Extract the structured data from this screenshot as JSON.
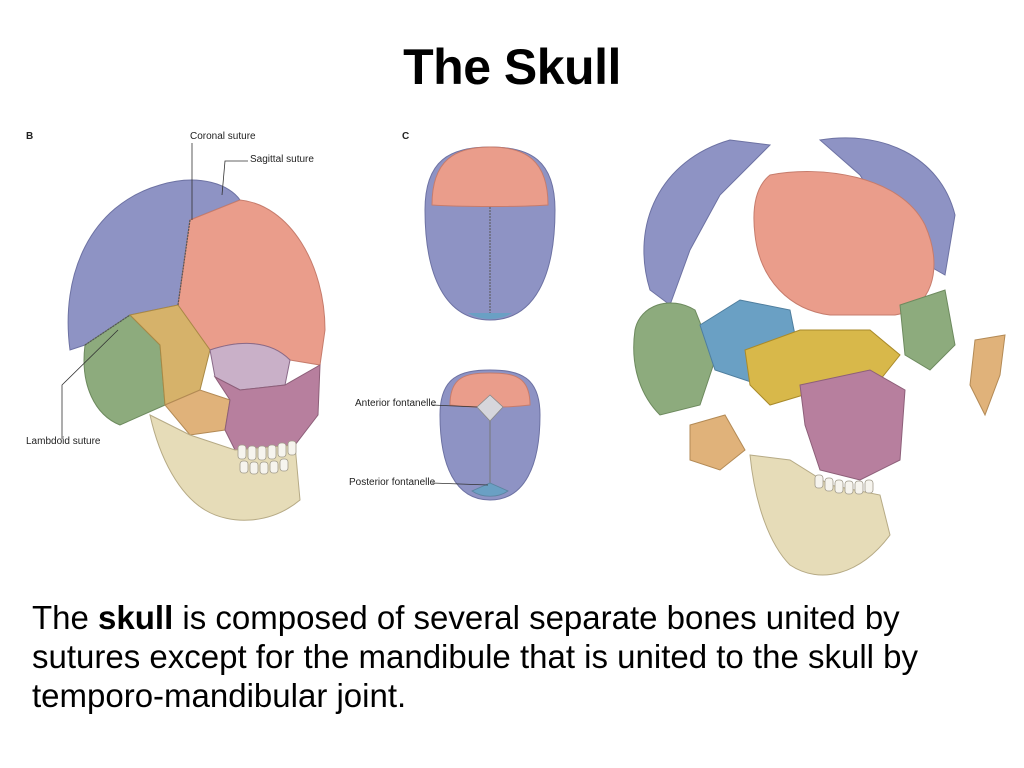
{
  "slide": {
    "title": "The Skull"
  },
  "figure": {
    "panel_b": "B",
    "panel_c": "C",
    "labels": {
      "coronal": "Coronal suture",
      "sagittal": "Sagittal suture",
      "lambdoid": "Lambdoid suture",
      "anterior_fontanelle": "Anterior fontanelle",
      "posterior_fontanelle": "Posterior fontanelle"
    },
    "colors": {
      "parietal": "#8e93c4",
      "frontal": "#ea9d8b",
      "occipital": "#8dab7d",
      "sphenoid": "#c9a85a",
      "maxilla": "#b77f9e",
      "mandible": "#e6dcb8",
      "temporal": "#e0b27a",
      "ethmoid": "#6aa0c4",
      "fontanelle": "#d6d6dc"
    }
  },
  "caption": {
    "pre": "The ",
    "bold": "skull",
    "post": " is composed of several separate bones united by sutures except for the mandibule that is united to the skull by temporo-mandibular joint."
  }
}
